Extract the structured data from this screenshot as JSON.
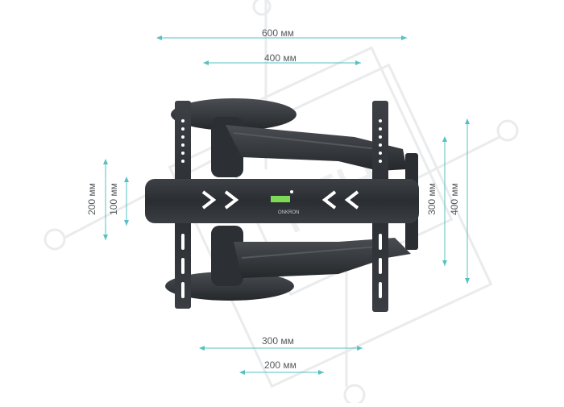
{
  "dimensions": {
    "width_600": "600 мм",
    "width_400": "400 мм",
    "height_200_left": "200 мм",
    "height_100_left": "100 мм",
    "height_300_right": "300 мм",
    "height_400_right": "400 мм",
    "bottom_300": "300 мм",
    "bottom_200": "200 мм"
  },
  "product": {
    "type": "full-motion TV wall mount",
    "color": "#2f3236",
    "accent_color": "#56c1c4",
    "brand_mark": "ONKRON"
  },
  "watermark": {
    "text": "КГН"
  }
}
